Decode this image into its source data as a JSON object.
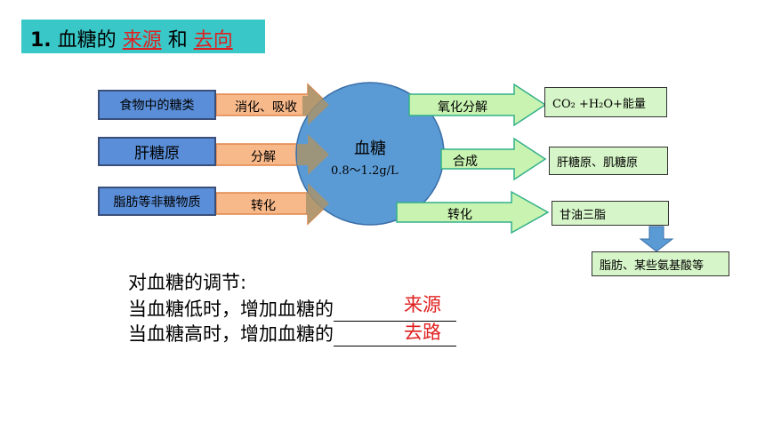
{
  "title": {
    "number": "1.",
    "pre": "血糖的",
    "source": "来源",
    "mid": "和",
    "fate": "去向"
  },
  "center": {
    "label": "血糖",
    "range": "0.8～1.2g/L"
  },
  "sources": [
    {
      "box": "食物中的糖类",
      "arrow": "消化、吸收"
    },
    {
      "box": "肝糖原",
      "arrow": "分解"
    },
    {
      "box": "脂肪等非糖物质",
      "arrow": "转化"
    }
  ],
  "fates": [
    {
      "arrow": "氧化分解",
      "box": "CO₂ +H₂O+能量"
    },
    {
      "arrow": "合成",
      "box": "肝糖原、肌糖原"
    },
    {
      "arrow": "转化",
      "box": "甘油三脂"
    }
  ],
  "further": {
    "box": "脂肪、某些氨基酸等"
  },
  "regulation": {
    "heading": "对血糖的调节:",
    "line1": "当血糖低时，增加血糖的",
    "line2": "当血糖高时，增加血糖的",
    "answer1": "来源",
    "answer2": "去路"
  },
  "colors": {
    "title_bg": "#3ac7c7",
    "src_box": "#5a8ed8",
    "src_arrow": "#f7b88a",
    "dst_arrow": "#c8f3b0",
    "circle": "#5b9bd5",
    "accent": "#e02020"
  }
}
